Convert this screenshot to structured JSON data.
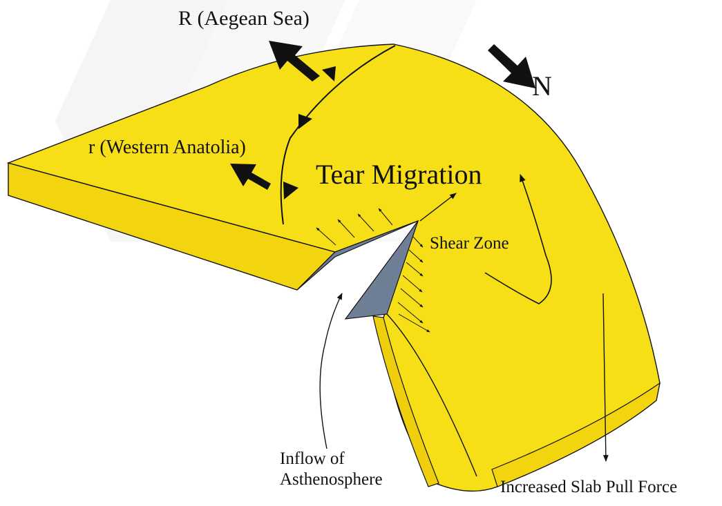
{
  "labels": {
    "aegean": "R (Aegean Sea)",
    "north": "N",
    "western_anatolia": "r (Western Anatolia)",
    "tear_migration": "Tear Migration",
    "shear_zone": "Shear Zone",
    "inflow_line1": "Inflow of",
    "inflow_line2": "Asthenosphere",
    "slab_pull": "Increased Slab Pull Force"
  },
  "colors": {
    "slab": "#f7df17",
    "slab_side": "#f2d40f",
    "tear": "#6f7f95",
    "watermark": "#e9e9e9",
    "ink": "#111111"
  }
}
